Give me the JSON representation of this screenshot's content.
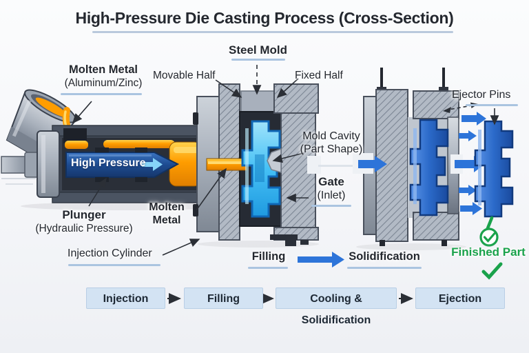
{
  "title": "High-Pressure Die Casting Process (Cross-Section)",
  "colors": {
    "molten_orange": "#ff9d00",
    "liquid_cyan": "#45c0f5",
    "solid_part_blue": "#2b6ac9",
    "flow_arrow_blue": "#2d74d9",
    "success_green": "#1aa24b",
    "steel_gray": "#9aa3af",
    "label_underline": "#aac4e0",
    "step_box_bg": "#d3e3f3"
  },
  "labels": {
    "molten_metal_source": {
      "line1": "Molten Metal",
      "line2": "(Aluminum/Zinc)"
    },
    "steel_mold": "Steel Mold",
    "movable_half": "Movable Half",
    "fixed_half": "Fixed Half",
    "mold_cavity": {
      "line1": "Mold Cavity",
      "line2": "(Part Shape)"
    },
    "gate": {
      "line1": "Gate",
      "line2": "(Inlet)"
    },
    "ejector_pins": "Ejector Pins",
    "high_pressure": "High Pressure",
    "plunger": {
      "line1": "Plunger",
      "line2": "(Hydraulic Pressure)"
    },
    "molten_metal_inlet": {
      "line1": "Molten",
      "line2": "Metal"
    },
    "injection_cylinder": "Injection Cylinder",
    "filling_stage": "Filling",
    "solidification_stage": "Solidification",
    "finished_part": "Finished Part"
  },
  "process_steps": [
    "Injection",
    "Filling",
    "Cooling & Solidification",
    "Ejection"
  ]
}
